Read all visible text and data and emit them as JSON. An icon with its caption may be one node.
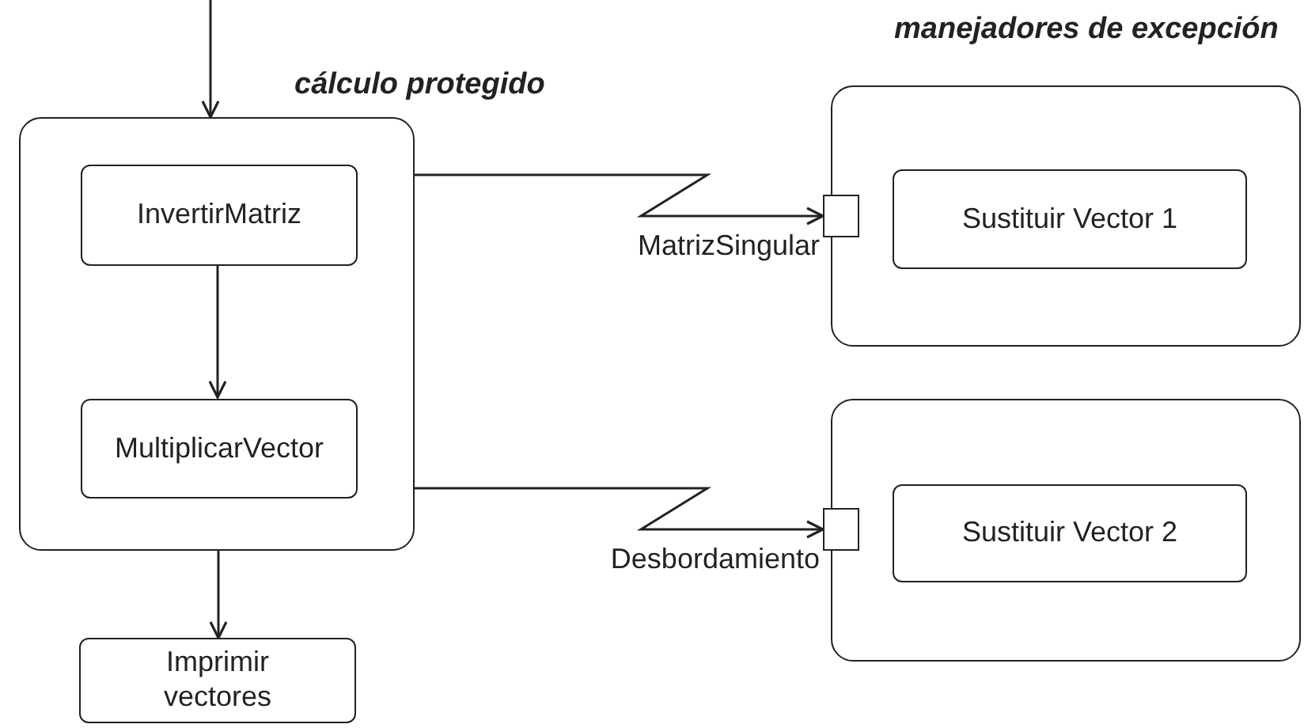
{
  "diagram": {
    "nodes": [
      {
        "text": [
          "cálculo protegido"
        ]
      },
      {
        "text": [
          "InvertirMatriz"
        ],
        "in": 0
      },
      {
        "text": [
          "MultiplicarVector"
        ],
        "in": 0
      },
      {
        "text": [
          "Imprimir vectores"
        ]
      },
      {
        "text": [],
        "shape": "box"
      },
      {
        "text": [],
        "shape": "box"
      },
      {
        "text": [
          "Sustituir Vector 1"
        ],
        "in": 4
      },
      {
        "text": [],
        "shape": "box"
      },
      {
        "text": [],
        "shape": "box"
      },
      {
        "text": [
          "Sustituir Vector 2"
        ],
        "in": 7
      }
    ],
    "edges": [
      {
        "from": null,
        "to": 0,
        "arrow": "to"
      },
      {
        "from": 1,
        "to": 2,
        "arrow": "to"
      },
      {
        "from": 0,
        "to": 3,
        "arrow": "to"
      },
      {
        "from": 0,
        "to": 5,
        "arrow": "to",
        "label": "MatrizSingular"
      },
      {
        "from": 0,
        "to": 8,
        "arrow": "to",
        "label": "Desbordamiento"
      }
    ],
    "labels": [
      "manejadores de excepción"
    ]
  }
}
